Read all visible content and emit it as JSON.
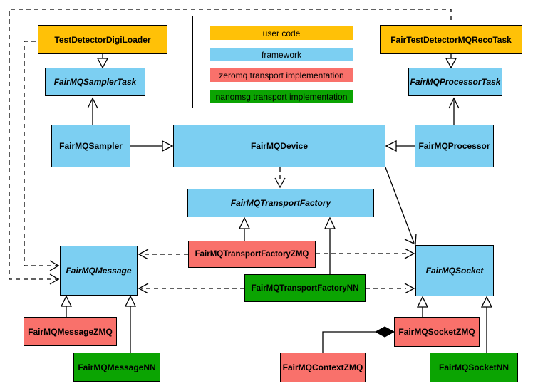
{
  "colors": {
    "user_code": "#FFC107",
    "framework": "#7CCFF2",
    "zeromq": "#F9716B",
    "nanomsg": "#0BA402",
    "line": "#000000",
    "background": "#FFFFFF"
  },
  "legend": {
    "items": [
      {
        "label": "user code",
        "color_key": "user_code"
      },
      {
        "label": "framework",
        "color_key": "framework"
      },
      {
        "label": "zeromq transport implementation",
        "color_key": "zeromq"
      },
      {
        "label": "nanomsg transport implementation",
        "color_key": "nanomsg"
      }
    ]
  },
  "nodes": {
    "test_detector_digi_loader": {
      "label": "TestDetectorDigiLoader",
      "category": "user_code",
      "abstract": false
    },
    "fair_test_detector_mq_reco_task": {
      "label": "FairTestDetectorMQRecoTask",
      "category": "user_code",
      "abstract": false
    },
    "sampler_task": {
      "label": "FairMQSamplerTask",
      "category": "framework",
      "abstract": true
    },
    "processor_task": {
      "label": "FairMQProcessorTask",
      "category": "framework",
      "abstract": true
    },
    "sampler": {
      "label": "FairMQSampler",
      "category": "framework",
      "abstract": false
    },
    "device": {
      "label": "FairMQDevice",
      "category": "framework",
      "abstract": false
    },
    "processor": {
      "label": "FairMQProcessor",
      "category": "framework",
      "abstract": false
    },
    "transport_factory": {
      "label": "FairMQTransportFactory",
      "category": "framework",
      "abstract": true
    },
    "factory_zmq": {
      "label": "FairMQTransportFactoryZMQ",
      "category": "zeromq",
      "abstract": false
    },
    "factory_nn": {
      "label": "FairMQTransportFactoryNN",
      "category": "nanomsg",
      "abstract": false
    },
    "message": {
      "label": "FairMQMessage",
      "category": "framework",
      "abstract": true
    },
    "socket": {
      "label": "FairMQSocket",
      "category": "framework",
      "abstract": true
    },
    "message_zmq": {
      "label": "FairMQMessageZMQ",
      "category": "zeromq",
      "abstract": false
    },
    "message_nn": {
      "label": "FairMQMessageNN",
      "category": "nanomsg",
      "abstract": false
    },
    "context_zmq": {
      "label": "FairMQContextZMQ",
      "category": "zeromq",
      "abstract": false
    },
    "socket_zmq": {
      "label": "FairMQSocketZMQ",
      "category": "zeromq",
      "abstract": false
    },
    "socket_nn": {
      "label": "FairMQSocketNN",
      "category": "nanomsg",
      "abstract": false
    }
  },
  "relationships": [
    {
      "from": "TestDetectorDigiLoader",
      "to": "FairMQSamplerTask",
      "type": "generalization"
    },
    {
      "from": "FairTestDetectorMQRecoTask",
      "to": "FairMQProcessorTask",
      "type": "generalization"
    },
    {
      "from": "FairMQSampler",
      "to": "FairMQSamplerTask",
      "type": "association"
    },
    {
      "from": "FairMQProcessor",
      "to": "FairMQProcessorTask",
      "type": "association"
    },
    {
      "from": "FairMQSampler",
      "to": "FairMQDevice",
      "type": "generalization"
    },
    {
      "from": "FairMQProcessor",
      "to": "FairMQDevice",
      "type": "generalization"
    },
    {
      "from": "FairMQDevice",
      "to": "FairMQTransportFactory",
      "type": "dependency"
    },
    {
      "from": "FairMQDevice",
      "to": "FairMQSocket",
      "type": "association"
    },
    {
      "from": "FairMQTransportFactoryZMQ",
      "to": "FairMQTransportFactory",
      "type": "generalization"
    },
    {
      "from": "FairMQTransportFactoryNN",
      "to": "FairMQTransportFactory",
      "type": "generalization"
    },
    {
      "from": "FairMQTransportFactoryZMQ",
      "to": "FairMQMessage",
      "type": "dependency"
    },
    {
      "from": "FairMQTransportFactoryZMQ",
      "to": "FairMQSocket",
      "type": "dependency"
    },
    {
      "from": "FairMQTransportFactoryNN",
      "to": "FairMQMessage",
      "type": "dependency"
    },
    {
      "from": "FairMQTransportFactoryNN",
      "to": "FairMQSocket",
      "type": "dependency"
    },
    {
      "from": "TestDetectorDigiLoader",
      "to": "FairMQMessage",
      "type": "dependency"
    },
    {
      "from": "FairTestDetectorMQRecoTask",
      "to": "FairMQMessage",
      "type": "dependency"
    },
    {
      "from": "FairMQMessageZMQ",
      "to": "FairMQMessage",
      "type": "generalization"
    },
    {
      "from": "FairMQMessageNN",
      "to": "FairMQMessage",
      "type": "generalization"
    },
    {
      "from": "FairMQSocketZMQ",
      "to": "FairMQSocket",
      "type": "generalization"
    },
    {
      "from": "FairMQSocketNN",
      "to": "FairMQSocket",
      "type": "generalization"
    },
    {
      "from": "FairMQContextZMQ",
      "to": "FairMQSocketZMQ",
      "type": "composition"
    }
  ]
}
